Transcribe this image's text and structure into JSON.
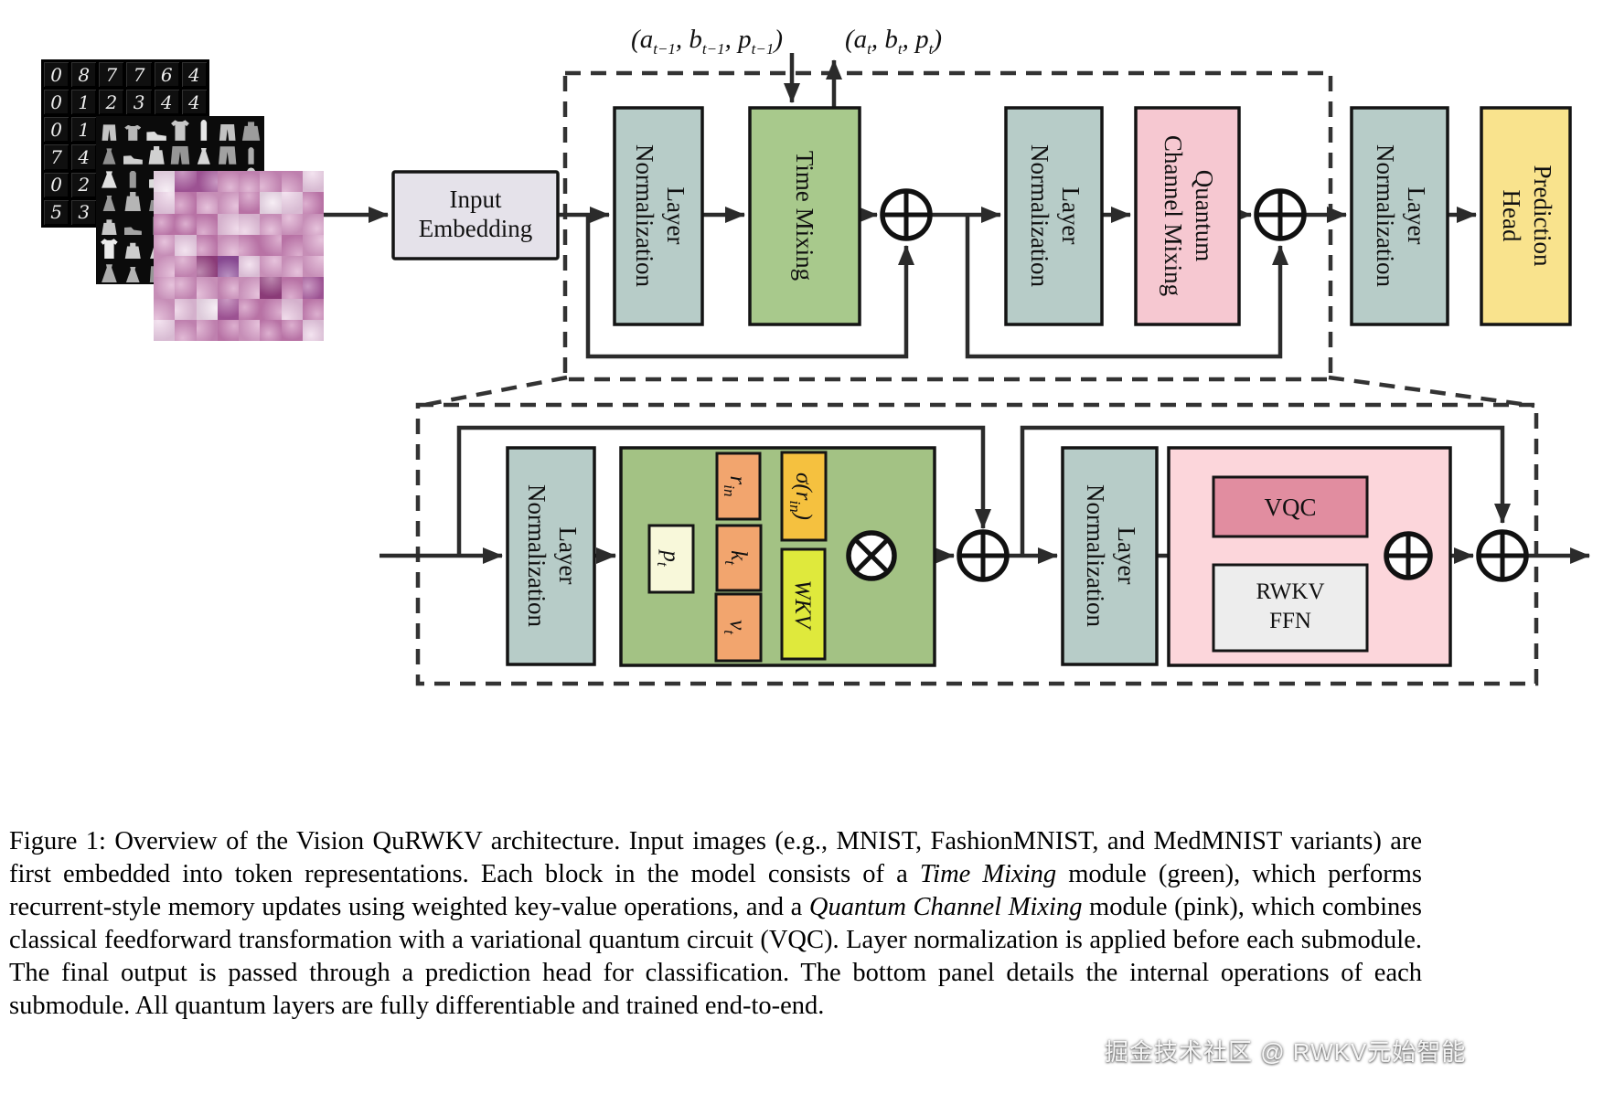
{
  "colors": {
    "layer_norm": "#b7ccc8",
    "time_mixing": "#a8c98c",
    "quantum_channel_mixing": "#f6c8d1",
    "prediction_head": "#f9e38d",
    "input_embedding": "#e5e2ea",
    "green_module": "#a3c284",
    "pt_box": "#f8f8da",
    "operand_box": "#f2a56e",
    "sigma_box": "#f5c13f",
    "wkv_box": "#dfe93c",
    "vqc_box": "#e18da0",
    "rwkv_ffn_box": "#ededed",
    "pink_module": "#fcd6db",
    "mnist_bg": "#000000",
    "med_palette": [
      "#d79ec6",
      "#cf8fbc",
      "#c77fb2",
      "#e7c6de",
      "#ecd2e6",
      "#f2e4ef",
      "#93407e",
      "#8f4f9b",
      "#a85b9d",
      "#b671a6"
    ]
  },
  "labels": {
    "input_embedding": [
      "Input",
      "Embedding"
    ],
    "layer_norm": [
      "Layer",
      "Normalization"
    ],
    "time_mixing": "Time Mixing",
    "quantum_channel_mixing": [
      "Quantum",
      "Channel Mixing"
    ],
    "prediction_head": [
      "Prediction",
      "Head"
    ],
    "io_left": [
      "(a",
      "t−1",
      ", b",
      "t−1",
      ", p",
      "t−1",
      ")"
    ],
    "io_right": [
      "(a",
      "t",
      ", b",
      "t",
      ", p",
      "t",
      ")"
    ],
    "p": [
      "p",
      "t"
    ],
    "r": [
      "r",
      "in"
    ],
    "k": [
      "k",
      "t"
    ],
    "v": [
      "v",
      "t"
    ],
    "sigma": [
      "σ(",
      "r",
      "in",
      ")"
    ],
    "wkv": "WKV",
    "vqc": "VQC",
    "rwkv_ffn": [
      "RWKV",
      "FFN"
    ]
  },
  "mnist": {
    "digits": [
      [
        "0",
        "8",
        "7",
        "7",
        "6",
        "4"
      ],
      [
        "0",
        "1",
        "2",
        "3",
        "4",
        "4"
      ],
      [
        "0",
        "1",
        "",
        "",
        "",
        ""
      ],
      [
        "7",
        "4",
        "",
        "",
        "",
        ""
      ],
      [
        "0",
        "2",
        "",
        "",
        "",
        ""
      ],
      [
        "5",
        "3",
        "",
        "",
        "",
        ""
      ]
    ]
  },
  "caption": {
    "segments": [
      {
        "text": "Figure 1: Overview of the Vision QuRWKV architecture. Input images (e.g., MNIST, FashionMNIST, and MedMNIST variants) are first embedded into token representations. Each block in the model consists of a ",
        "italic": false
      },
      {
        "text": "Time Mixing",
        "italic": true
      },
      {
        "text": " module (green), which performs recurrent-style memory updates using weighted key-value operations, and a ",
        "italic": false
      },
      {
        "text": "Quantum Channel Mixing",
        "italic": true
      },
      {
        "text": " module (pink), which combines classical feedforward transformation with a variational quantum circuit (VQC). Layer normalization is applied before each submodule. The final output is passed through a prediction head for classification. The bottom panel details the internal operations of each submodule. All quantum layers are fully differentiable and trained end-to-end.",
        "italic": false
      }
    ]
  },
  "watermark": "掘金技术社区 @ RWKV元始智能"
}
